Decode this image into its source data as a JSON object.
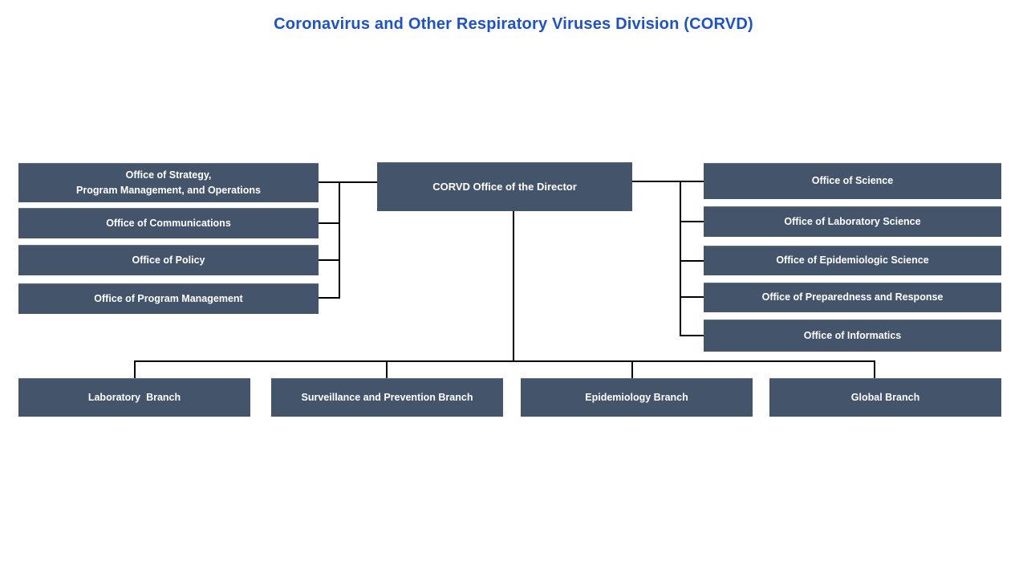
{
  "title": "Coronavirus and Other Respiratory Viruses Division (CORVD)",
  "colors": {
    "box_fill": "#44546A",
    "box_text": "#FFFFFF",
    "title_text": "#1C52CE",
    "connector": "#000000",
    "background": "#FFFFFF"
  },
  "org_chart": {
    "director": {
      "label": "CORVD Office of the Director"
    },
    "left_offices": [
      {
        "label": "Office of Strategy,\nProgram Management, and Operations"
      },
      {
        "label": "Office of Communications"
      },
      {
        "label": "Office of Policy"
      },
      {
        "label": "Office of Program Management"
      }
    ],
    "right_offices": [
      {
        "label": "Office of Science"
      },
      {
        "label": "Office of Laboratory Science"
      },
      {
        "label": "Office of Epidemiologic Science"
      },
      {
        "label": "Office of Preparedness and Response"
      },
      {
        "label": "Office of Informatics"
      }
    ],
    "branches": [
      {
        "label": "Laboratory  Branch"
      },
      {
        "label": "Surveillance and Prevention Branch"
      },
      {
        "label": "Epidemiology Branch"
      },
      {
        "label": "Global Branch"
      }
    ]
  }
}
